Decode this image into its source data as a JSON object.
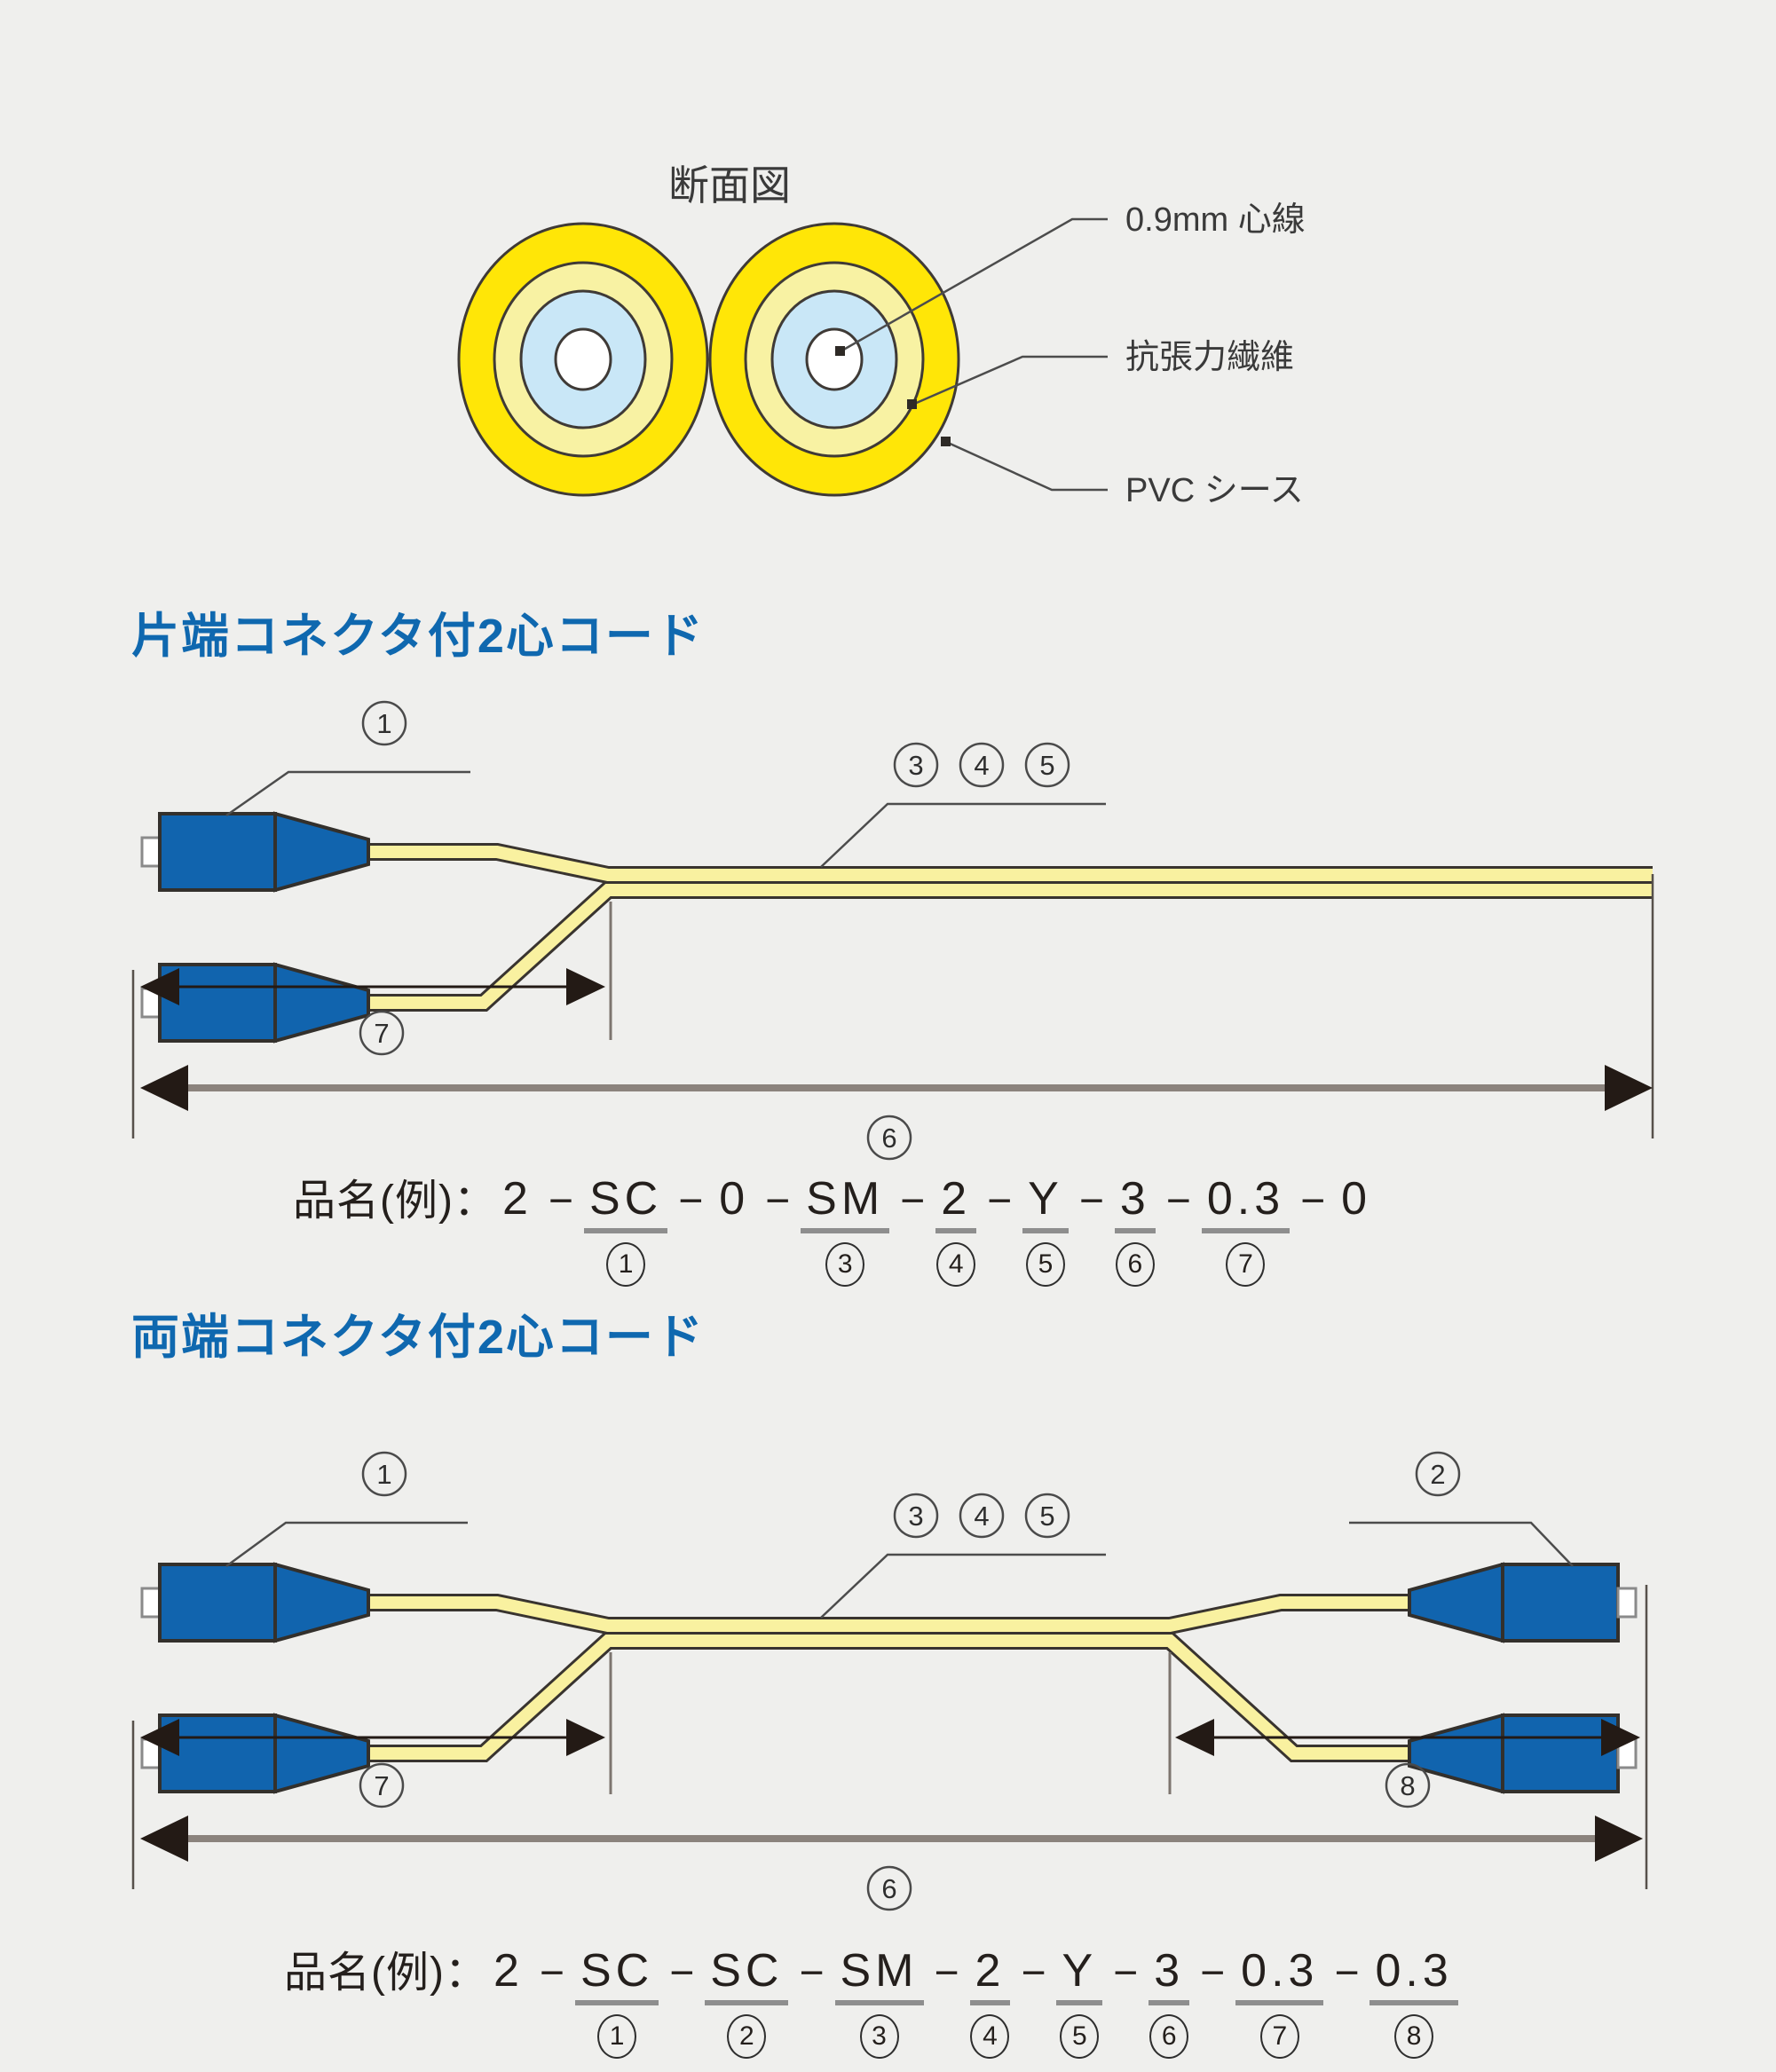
{
  "cross_section": {
    "title": "断面図",
    "labels": [
      "0.9mm 心線",
      "抗張力繊維",
      "PVC シース"
    ]
  },
  "sections": [
    {
      "heading": "片端コネクタ付2心コード",
      "product": {
        "prefix": "品名(例)：",
        "segments": [
          {
            "text": "2"
          },
          {
            "text": "−",
            "sep": true
          },
          {
            "text": "SC",
            "u": true,
            "n": "1"
          },
          {
            "text": "−",
            "sep": true
          },
          {
            "text": "0"
          },
          {
            "text": "−",
            "sep": true
          },
          {
            "text": "SM",
            "u": true,
            "n": "3"
          },
          {
            "text": "−",
            "sep": true
          },
          {
            "text": "2",
            "u": true,
            "n": "4"
          },
          {
            "text": "−",
            "sep": true
          },
          {
            "text": "Y",
            "u": true,
            "n": "5"
          },
          {
            "text": "−",
            "sep": true
          },
          {
            "text": "3",
            "u": true,
            "n": "6"
          },
          {
            "text": "−",
            "sep": true
          },
          {
            "text": "0.3",
            "u": true,
            "n": "7"
          },
          {
            "text": "−",
            "sep": true
          },
          {
            "text": "0"
          }
        ]
      }
    },
    {
      "heading": "両端コネクタ付2心コード",
      "product": {
        "prefix": "品名(例)：",
        "segments": [
          {
            "text": "2"
          },
          {
            "text": "−",
            "sep": true
          },
          {
            "text": "SC",
            "u": true,
            "n": "1"
          },
          {
            "text": "−",
            "sep": true
          },
          {
            "text": "SC",
            "u": true,
            "n": "2"
          },
          {
            "text": "−",
            "sep": true
          },
          {
            "text": "SM",
            "u": true,
            "n": "3"
          },
          {
            "text": "−",
            "sep": true
          },
          {
            "text": "2",
            "u": true,
            "n": "4"
          },
          {
            "text": "−",
            "sep": true
          },
          {
            "text": "Y",
            "u": true,
            "n": "5"
          },
          {
            "text": "−",
            "sep": true
          },
          {
            "text": "3",
            "u": true,
            "n": "6"
          },
          {
            "text": "−",
            "sep": true
          },
          {
            "text": "0.3",
            "u": true,
            "n": "7"
          },
          {
            "text": "−",
            "sep": true
          },
          {
            "text": "0.3",
            "u": true,
            "n": "8"
          }
        ]
      }
    }
  ],
  "nums": {
    "n1": "1",
    "n2": "2",
    "n3": "3",
    "n4": "4",
    "n5": "5",
    "n6": "6",
    "n7": "7",
    "n8": "8"
  },
  "colors": {
    "background": "#efefed",
    "heading_blue": "#0f68af",
    "sheath_yellow": "#ffe607",
    "fiber_pale_yellow": "#f8f2a3",
    "core_blue": "#c9e7f7",
    "core_white": "#ffffff",
    "connector_blue": "#1164ae",
    "cable_yellow": "#f9f1a0",
    "outline_dark": "#39342f",
    "dimension_gray": "#8b837d"
  }
}
